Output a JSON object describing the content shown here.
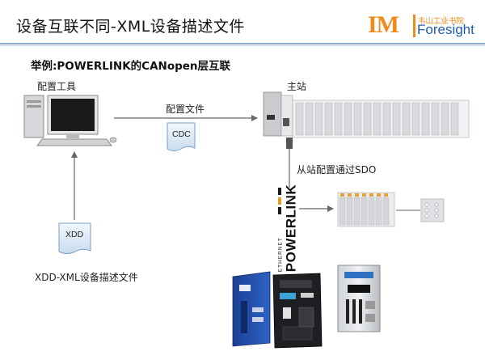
{
  "header": {
    "title": "设备互联不同-XML设备描述文件",
    "logo": {
      "mark": "IM",
      "cn_text": "韦山工业书院",
      "en_text": "Foresight"
    }
  },
  "subtitle": "举例:POWERLINK的CANopen层互联",
  "diagram": {
    "config_tool_label": "配置工具",
    "master_label": "主站",
    "config_file_label": "配置文件",
    "cdc_label": "CDC",
    "sdo_label": "从站配置通过SDO",
    "xdd_label": "XDD",
    "xdd_desc_label": "XDD-XML设备描述文件",
    "powerlink_small": "ETHERNET",
    "powerlink_big": "POWERLINK"
  },
  "colors": {
    "title_rule": "#8aa6cc",
    "logo_orange": "#f08a1a",
    "logo_blue": "#1f5fa8",
    "doc_fill": "#dde9f5",
    "arrow": "#666666"
  }
}
